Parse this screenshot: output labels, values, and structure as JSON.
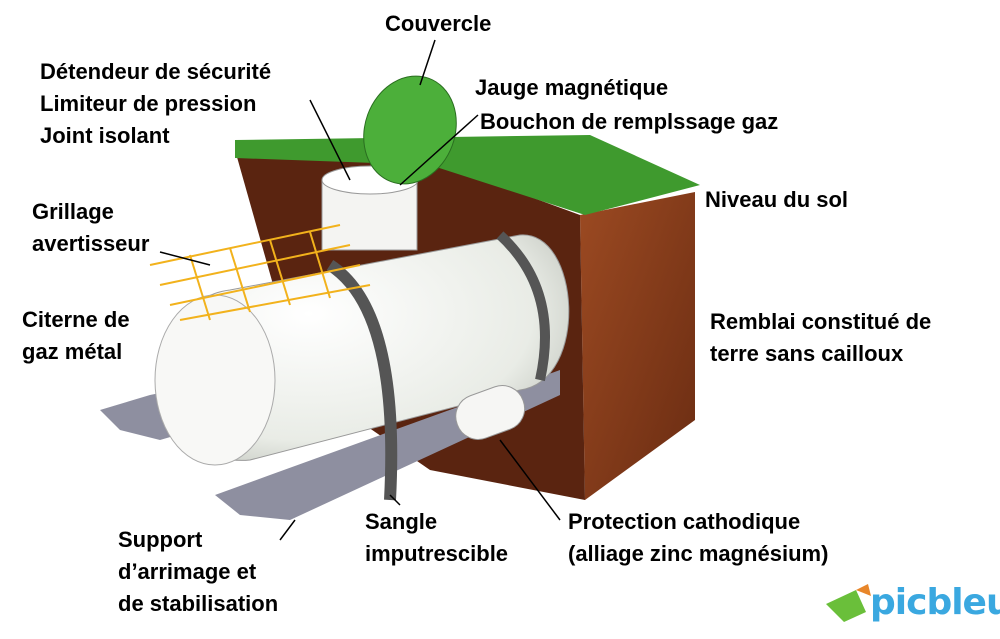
{
  "title": "Citerne de gaz enterrée",
  "labels": {
    "couvercle": "Couvercle",
    "detendeur": "Détendeur de sécurité",
    "limiteur": "Limiteur de pression",
    "joint": "Joint isolant",
    "jauge": "Jauge magnétique",
    "bouchon": "Bouchon de remplssage gaz",
    "grillage_1": "Grillage",
    "grillage_2": "avertisseur",
    "niveau": "Niveau du sol",
    "citerne_1": "Citerne de",
    "citerne_2": "gaz métal",
    "remblai_1": "Remblai constitué de",
    "remblai_2": "terre sans cailloux",
    "sangle_1": "Sangle",
    "sangle_2": "imputrescible",
    "protection_1": "Protection cathodique",
    "protection_2": "(alliage zinc magnésium)",
    "support_1": "Support",
    "support_2": "d’arrimage et",
    "support_3": "de stabilisation"
  },
  "logo": "picbleu",
  "colors": {
    "grass": "#3f9a2e",
    "soil": "#8a3e1c",
    "tank": "#f4f6f2",
    "lid": "#4caf3a",
    "mesh": "#f2b21c",
    "rail": "#8e8fa0",
    "logo": "#3aa8e0"
  }
}
